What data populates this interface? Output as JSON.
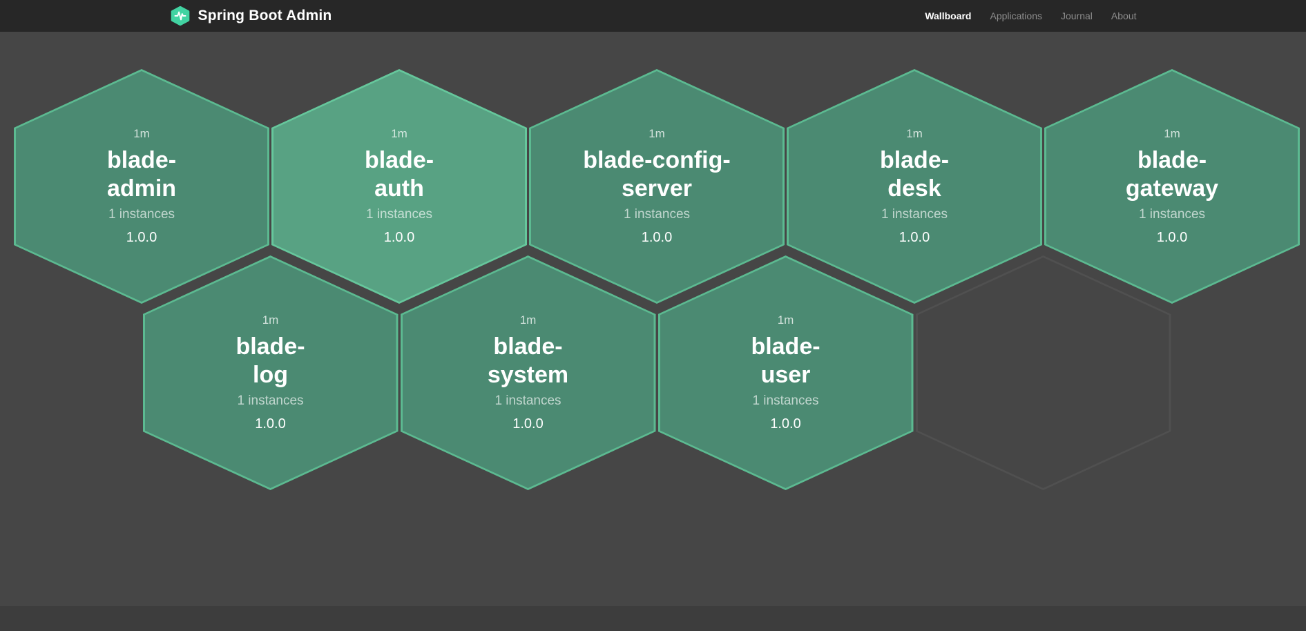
{
  "header": {
    "title": "Spring Boot Admin",
    "nav": [
      {
        "label": "Wallboard",
        "active": true
      },
      {
        "label": "Applications",
        "active": false
      },
      {
        "label": "Journal",
        "active": false
      },
      {
        "label": "About",
        "active": false
      }
    ]
  },
  "wallboard": {
    "applications": [
      {
        "uptime": "1m",
        "name": "blade-\nadmin",
        "instances": "1 instances",
        "version": "1.0.0",
        "highlighted": false
      },
      {
        "uptime": "1m",
        "name": "blade-\nauth",
        "instances": "1 instances",
        "version": "1.0.0",
        "highlighted": true
      },
      {
        "uptime": "1m",
        "name": "blade-config-\nserver",
        "instances": "1 instances",
        "version": "1.0.0",
        "highlighted": false
      },
      {
        "uptime": "1m",
        "name": "blade-\ndesk",
        "instances": "1 instances",
        "version": "1.0.0",
        "highlighted": false
      },
      {
        "uptime": "1m",
        "name": "blade-\ngateway",
        "instances": "1 instances",
        "version": "1.0.0",
        "highlighted": false
      },
      {
        "uptime": "1m",
        "name": "blade-\nlog",
        "instances": "1 instances",
        "version": "1.0.0",
        "highlighted": false
      },
      {
        "uptime": "1m",
        "name": "blade-\nsystem",
        "instances": "1 instances",
        "version": "1.0.0",
        "highlighted": false
      },
      {
        "uptime": "1m",
        "name": "blade-\nuser",
        "instances": "1 instances",
        "version": "1.0.0",
        "highlighted": false
      }
    ],
    "empty_slots": 1
  },
  "colors": {
    "bg": "#464646",
    "header-bg": "#272727",
    "footer-bg": "#3d3d3d",
    "hex-fill": "#4b8a72",
    "hex-fill-highlight": "#58a283",
    "hex-border": "#5cba91",
    "hex-border-highlight": "#66c79c",
    "empty-border": "#505050",
    "logo": "#42d3a2",
    "nav-inactive": "#8d8d8d"
  }
}
